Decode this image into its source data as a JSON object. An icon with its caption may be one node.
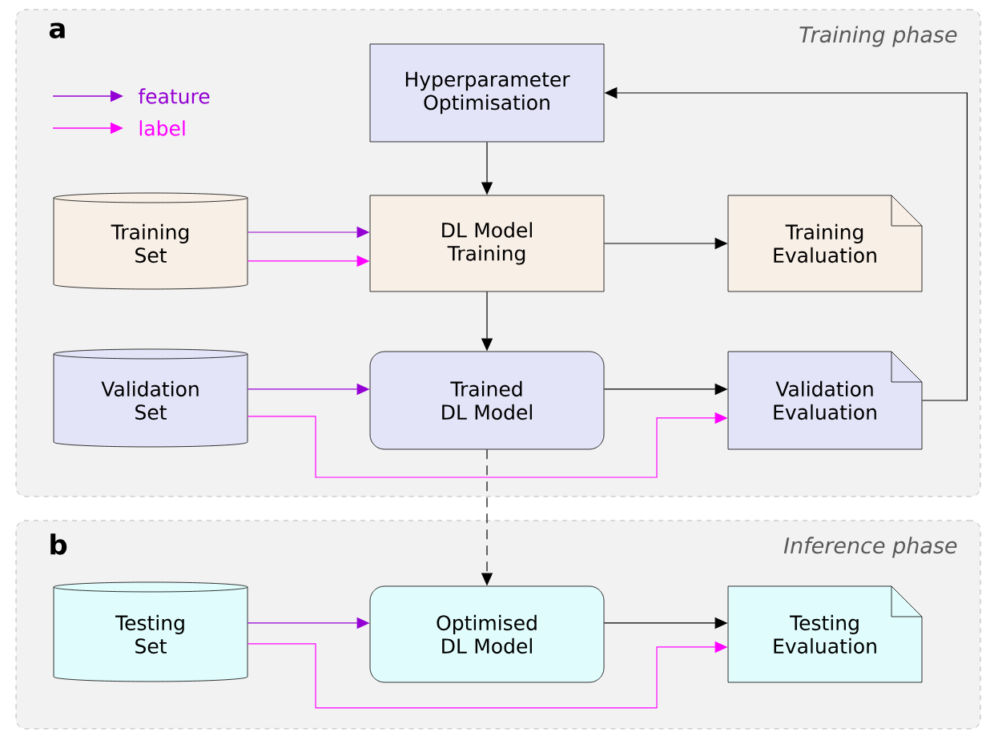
{
  "diagram": {
    "nodes": [
      {
        "text": [
          "a",
          "Training phase"
        ]
      },
      {
        "text": [
          "Hyperparameter Optimisation"
        ],
        "in": 0
      },
      {
        "text": [
          "Training Set"
        ],
        "in": 0
      },
      {
        "text": [
          "DL Model Training"
        ],
        "in": 0
      },
      {
        "text": [
          "Training Evaluation"
        ],
        "in": 0
      },
      {
        "text": [
          "Validation Set"
        ],
        "in": 0
      },
      {
        "text": [
          "Trained DL Model"
        ],
        "in": 0
      },
      {
        "text": [
          "Validation Evaluation"
        ],
        "in": 0
      },
      {
        "text": [
          "b",
          "Inference phase"
        ]
      },
      {
        "text": [
          "Testing Set"
        ],
        "in": 8
      },
      {
        "text": [
          "Optimised DL Model"
        ],
        "in": 8
      },
      {
        "text": [
          "Testing Evaluation"
        ],
        "in": 8
      }
    ],
    "edges": [
      {
        "from": 1,
        "to": 3,
        "arrow": "to"
      },
      {
        "from": 2,
        "to": 3,
        "arrow": "to",
        "color": "#9400d3"
      },
      {
        "from": 2,
        "to": 3,
        "arrow": "to",
        "color": "#ff00ff"
      },
      {
        "from": 3,
        "to": 4,
        "arrow": "to"
      },
      {
        "from": 3,
        "to": 6,
        "arrow": "to"
      },
      {
        "from": 5,
        "to": 6,
        "arrow": "to",
        "color": "#9400d3"
      },
      {
        "from": 5,
        "to": 7,
        "arrow": "to",
        "color": "#ff00ff"
      },
      {
        "from": 6,
        "to": 7,
        "arrow": "to"
      },
      {
        "from": 7,
        "to": 1,
        "arrow": "to"
      },
      {
        "from": 6,
        "to": 10,
        "arrow": "to",
        "style": "dashed"
      },
      {
        "from": 9,
        "to": 10,
        "arrow": "to",
        "color": "#9400d3"
      },
      {
        "from": 9,
        "to": 11,
        "arrow": "to",
        "color": "#ff00ff"
      },
      {
        "from": 10,
        "to": 11,
        "arrow": "to"
      }
    ],
    "legend": [
      {
        "text": "feature",
        "color": "#9400d3"
      },
      {
        "text": "label",
        "color": "#ff00ff"
      }
    ]
  }
}
